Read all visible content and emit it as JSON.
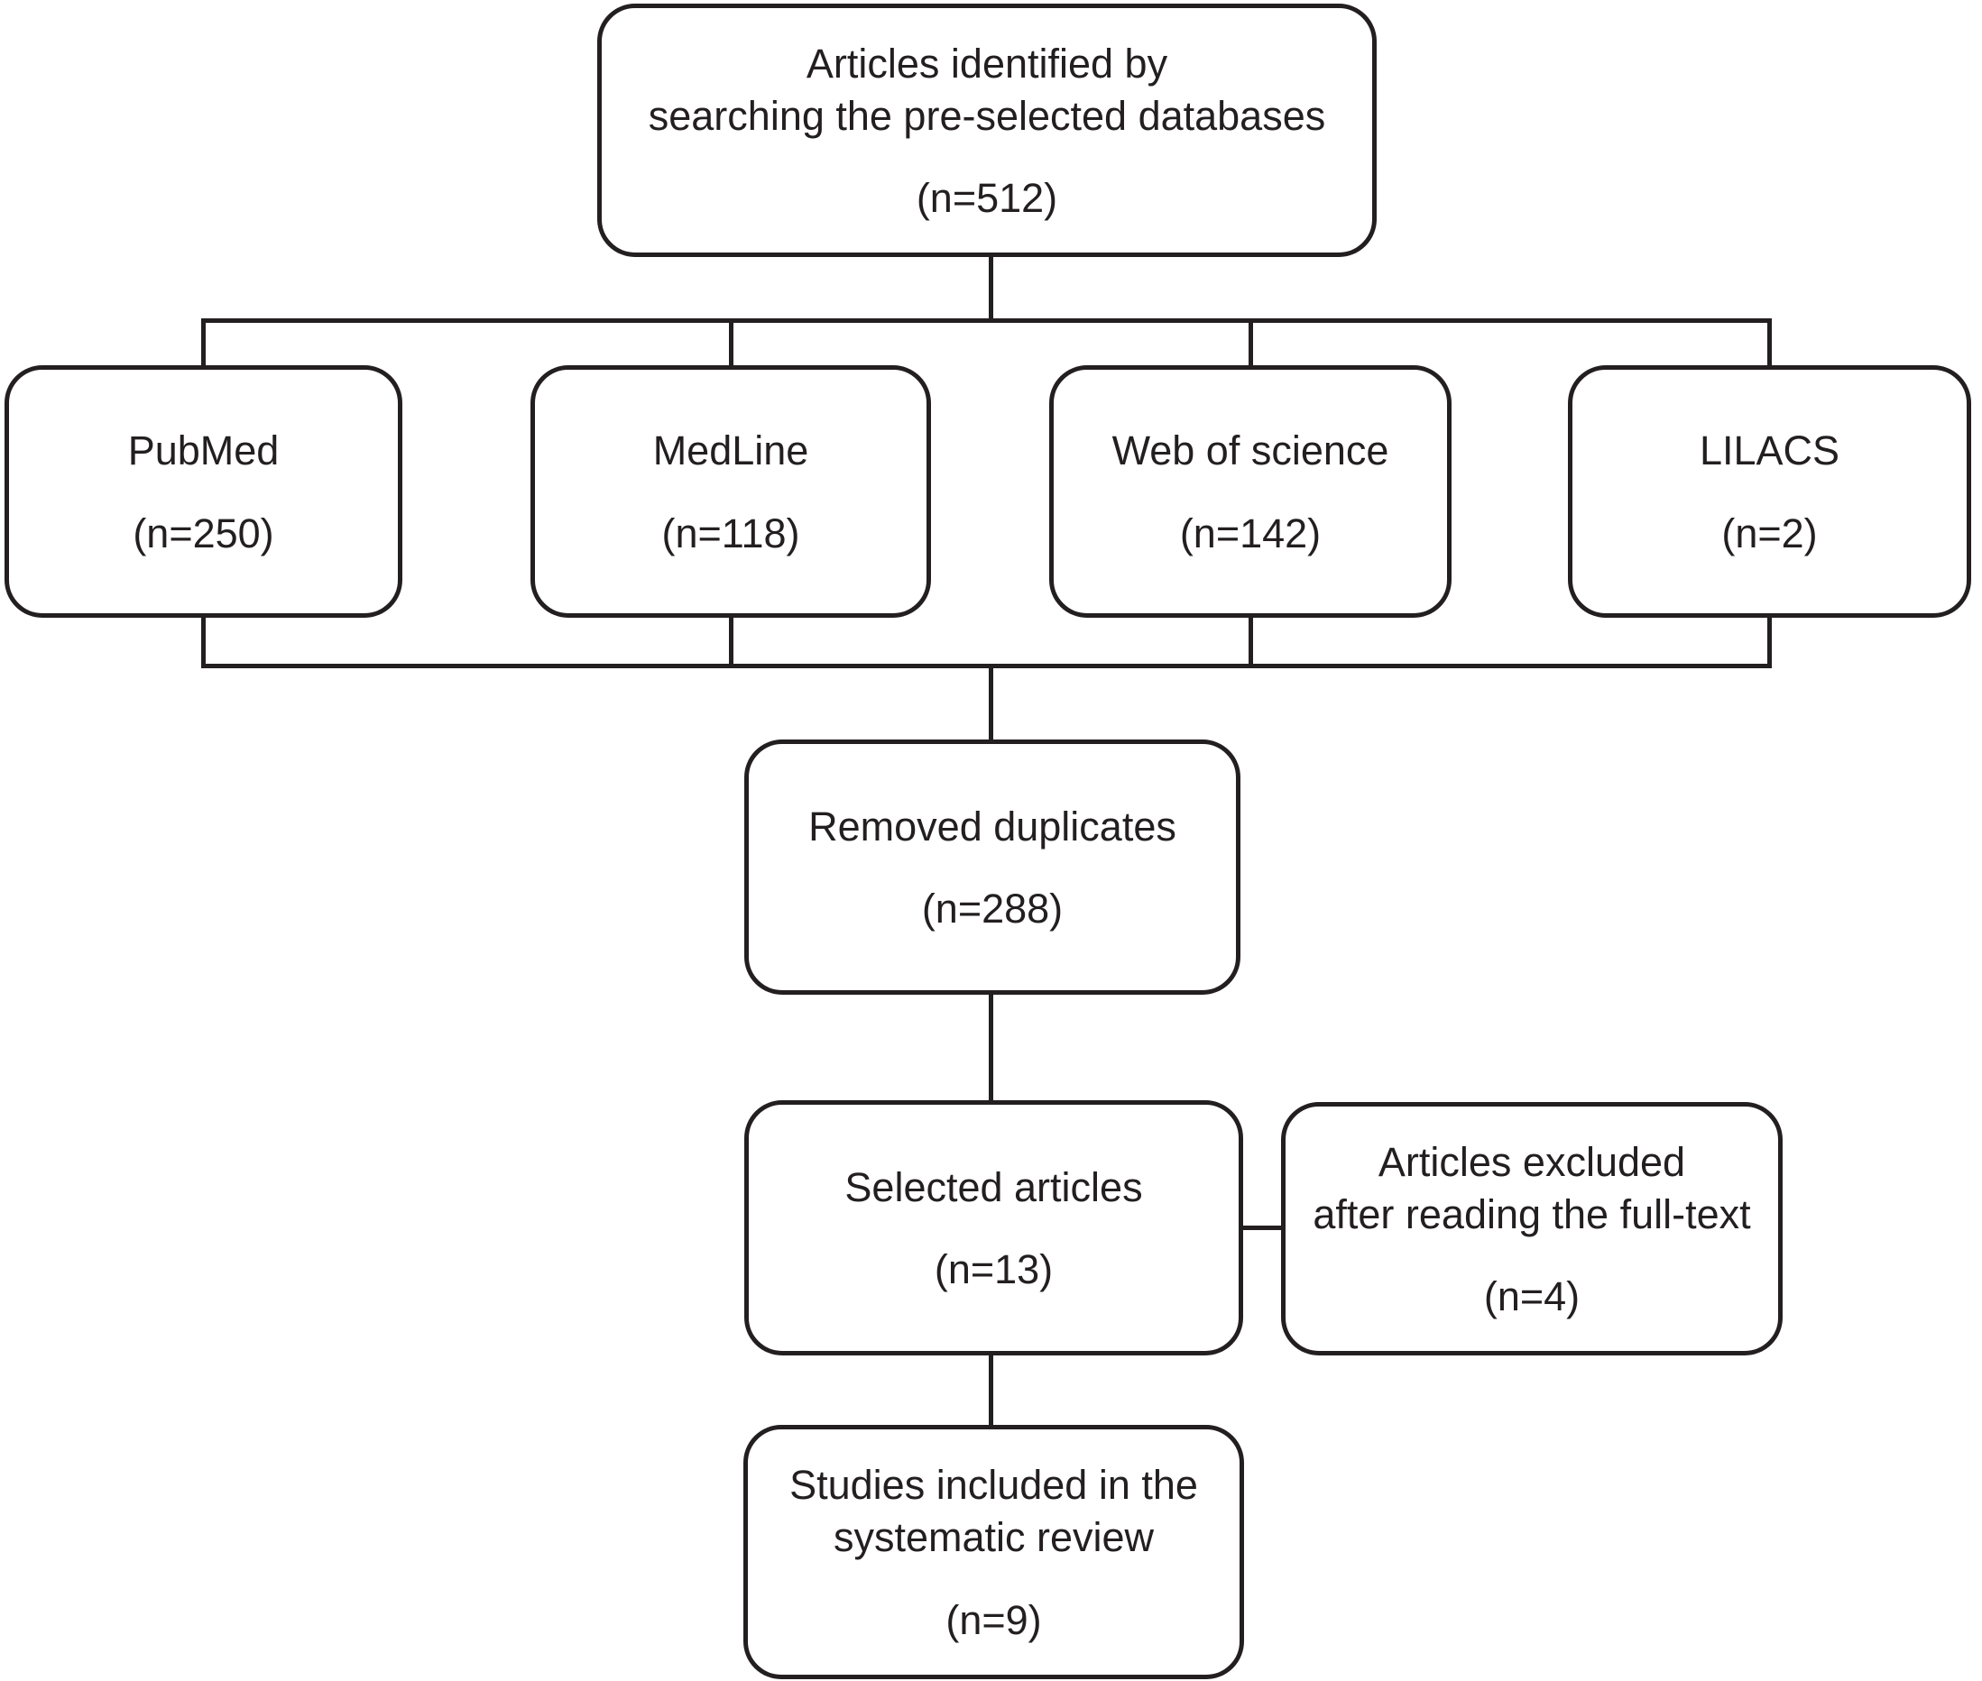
{
  "diagram": {
    "type": "flowchart",
    "line_color": "#231f20",
    "background_color": "#ffffff",
    "nodes": {
      "identified": {
        "line1": "Articles identified by",
        "line2": "searching the pre-selected databases",
        "count": "(n=512)"
      },
      "pubmed": {
        "line1": "PubMed",
        "count": "(n=250)"
      },
      "medline": {
        "line1": "MedLine",
        "count": "(n=118)"
      },
      "web_of_science": {
        "line1": "Web of science",
        "count": "(n=142)"
      },
      "lilacs": {
        "line1": "LILACS",
        "count": "(n=2)"
      },
      "removed_duplicates": {
        "line1": "Removed duplicates",
        "count": "(n=288)"
      },
      "selected_articles": {
        "line1": "Selected articles",
        "count": "(n=13)"
      },
      "articles_excluded": {
        "line1": "Articles excluded",
        "line2": "after reading the full-text",
        "count": "(n=4)"
      },
      "studies_included": {
        "line1": "Studies included in the",
        "line2": "systematic review",
        "count": "(n=9)"
      }
    },
    "edges": [
      {
        "from": "identified",
        "to": "pubmed"
      },
      {
        "from": "identified",
        "to": "medline"
      },
      {
        "from": "identified",
        "to": "web_of_science"
      },
      {
        "from": "identified",
        "to": "lilacs"
      },
      {
        "from": "pubmed",
        "to": "removed_duplicates"
      },
      {
        "from": "medline",
        "to": "removed_duplicates"
      },
      {
        "from": "web_of_science",
        "to": "removed_duplicates"
      },
      {
        "from": "lilacs",
        "to": "removed_duplicates"
      },
      {
        "from": "removed_duplicates",
        "to": "selected_articles"
      },
      {
        "from": "selected_articles",
        "to": "articles_excluded"
      },
      {
        "from": "selected_articles",
        "to": "studies_included"
      }
    ]
  }
}
